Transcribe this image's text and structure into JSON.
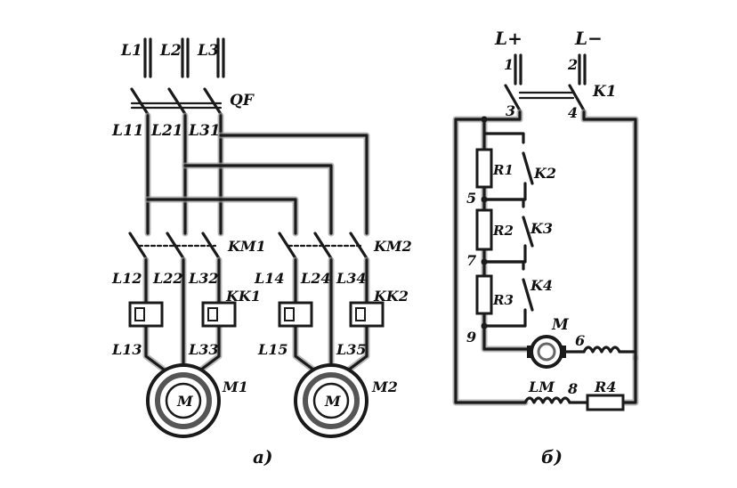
{
  "diagram_a": {
    "phases": [
      "L1",
      "L2",
      "L3"
    ],
    "breaker": "QF",
    "after_breaker": [
      "L11",
      "L21",
      "L31"
    ],
    "contactor_1": "KM1",
    "contactor_2": "KM2",
    "motor1_lines_top": [
      "L12",
      "L22",
      "L32"
    ],
    "motor2_lines_top": [
      "L14",
      "L24",
      "L34"
    ],
    "overload_1": "KK1",
    "overload_2": "KK2",
    "motor1_lines_bottom": [
      "L13",
      "L33"
    ],
    "motor2_lines_bottom": [
      "L15",
      "L35"
    ],
    "motor_1": "M1",
    "motor_2": "M2",
    "motor_symbol": "M",
    "caption": "a)"
  },
  "diagram_b": {
    "supply_pos": "L+",
    "supply_neg": "L−",
    "nodes": [
      "1",
      "2",
      "3",
      "4",
      "5",
      "7",
      "9",
      "6",
      "8"
    ],
    "main_contact": "K1",
    "resistors": [
      "R1",
      "R2",
      "R3"
    ],
    "contacts": [
      "K2",
      "K3",
      "K4"
    ],
    "motor": "M",
    "field_winding": "LM",
    "field_resistor": "R4",
    "caption": "б)"
  }
}
